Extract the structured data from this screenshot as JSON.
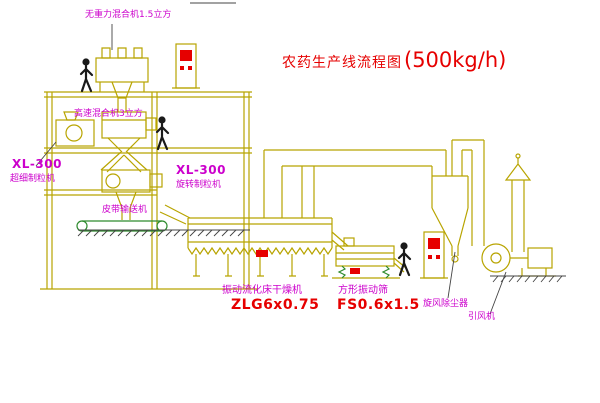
{
  "title": {
    "main": "农药生产线流程图",
    "capacity": "(500kg/h)"
  },
  "labels": {
    "top_mixer": "无重力混合机1.5立方",
    "high_speed_mixer": "高速混合机3立方",
    "left_granulator_model": "XL-300",
    "left_granulator_name": "超细制粒机",
    "center_granulator_model": "XL-300",
    "center_granulator_name": "旋转制粒机",
    "belt_conveyor": "皮带输送机",
    "dryer_name": "振动流化床干燥机",
    "dryer_model": "ZLG6x0.75",
    "sieve_name": "方形振动筛",
    "sieve_model": "FS0.6x1.5",
    "cyclone": "旋风除尘器",
    "fan": "引风机"
  },
  "colors": {
    "line_yellow": "#b8a400",
    "accent_green": "#2e8b2e",
    "label_magenta": "#cc00cc",
    "title_red": "#e60000",
    "figure_black": "#1a1a1a"
  }
}
